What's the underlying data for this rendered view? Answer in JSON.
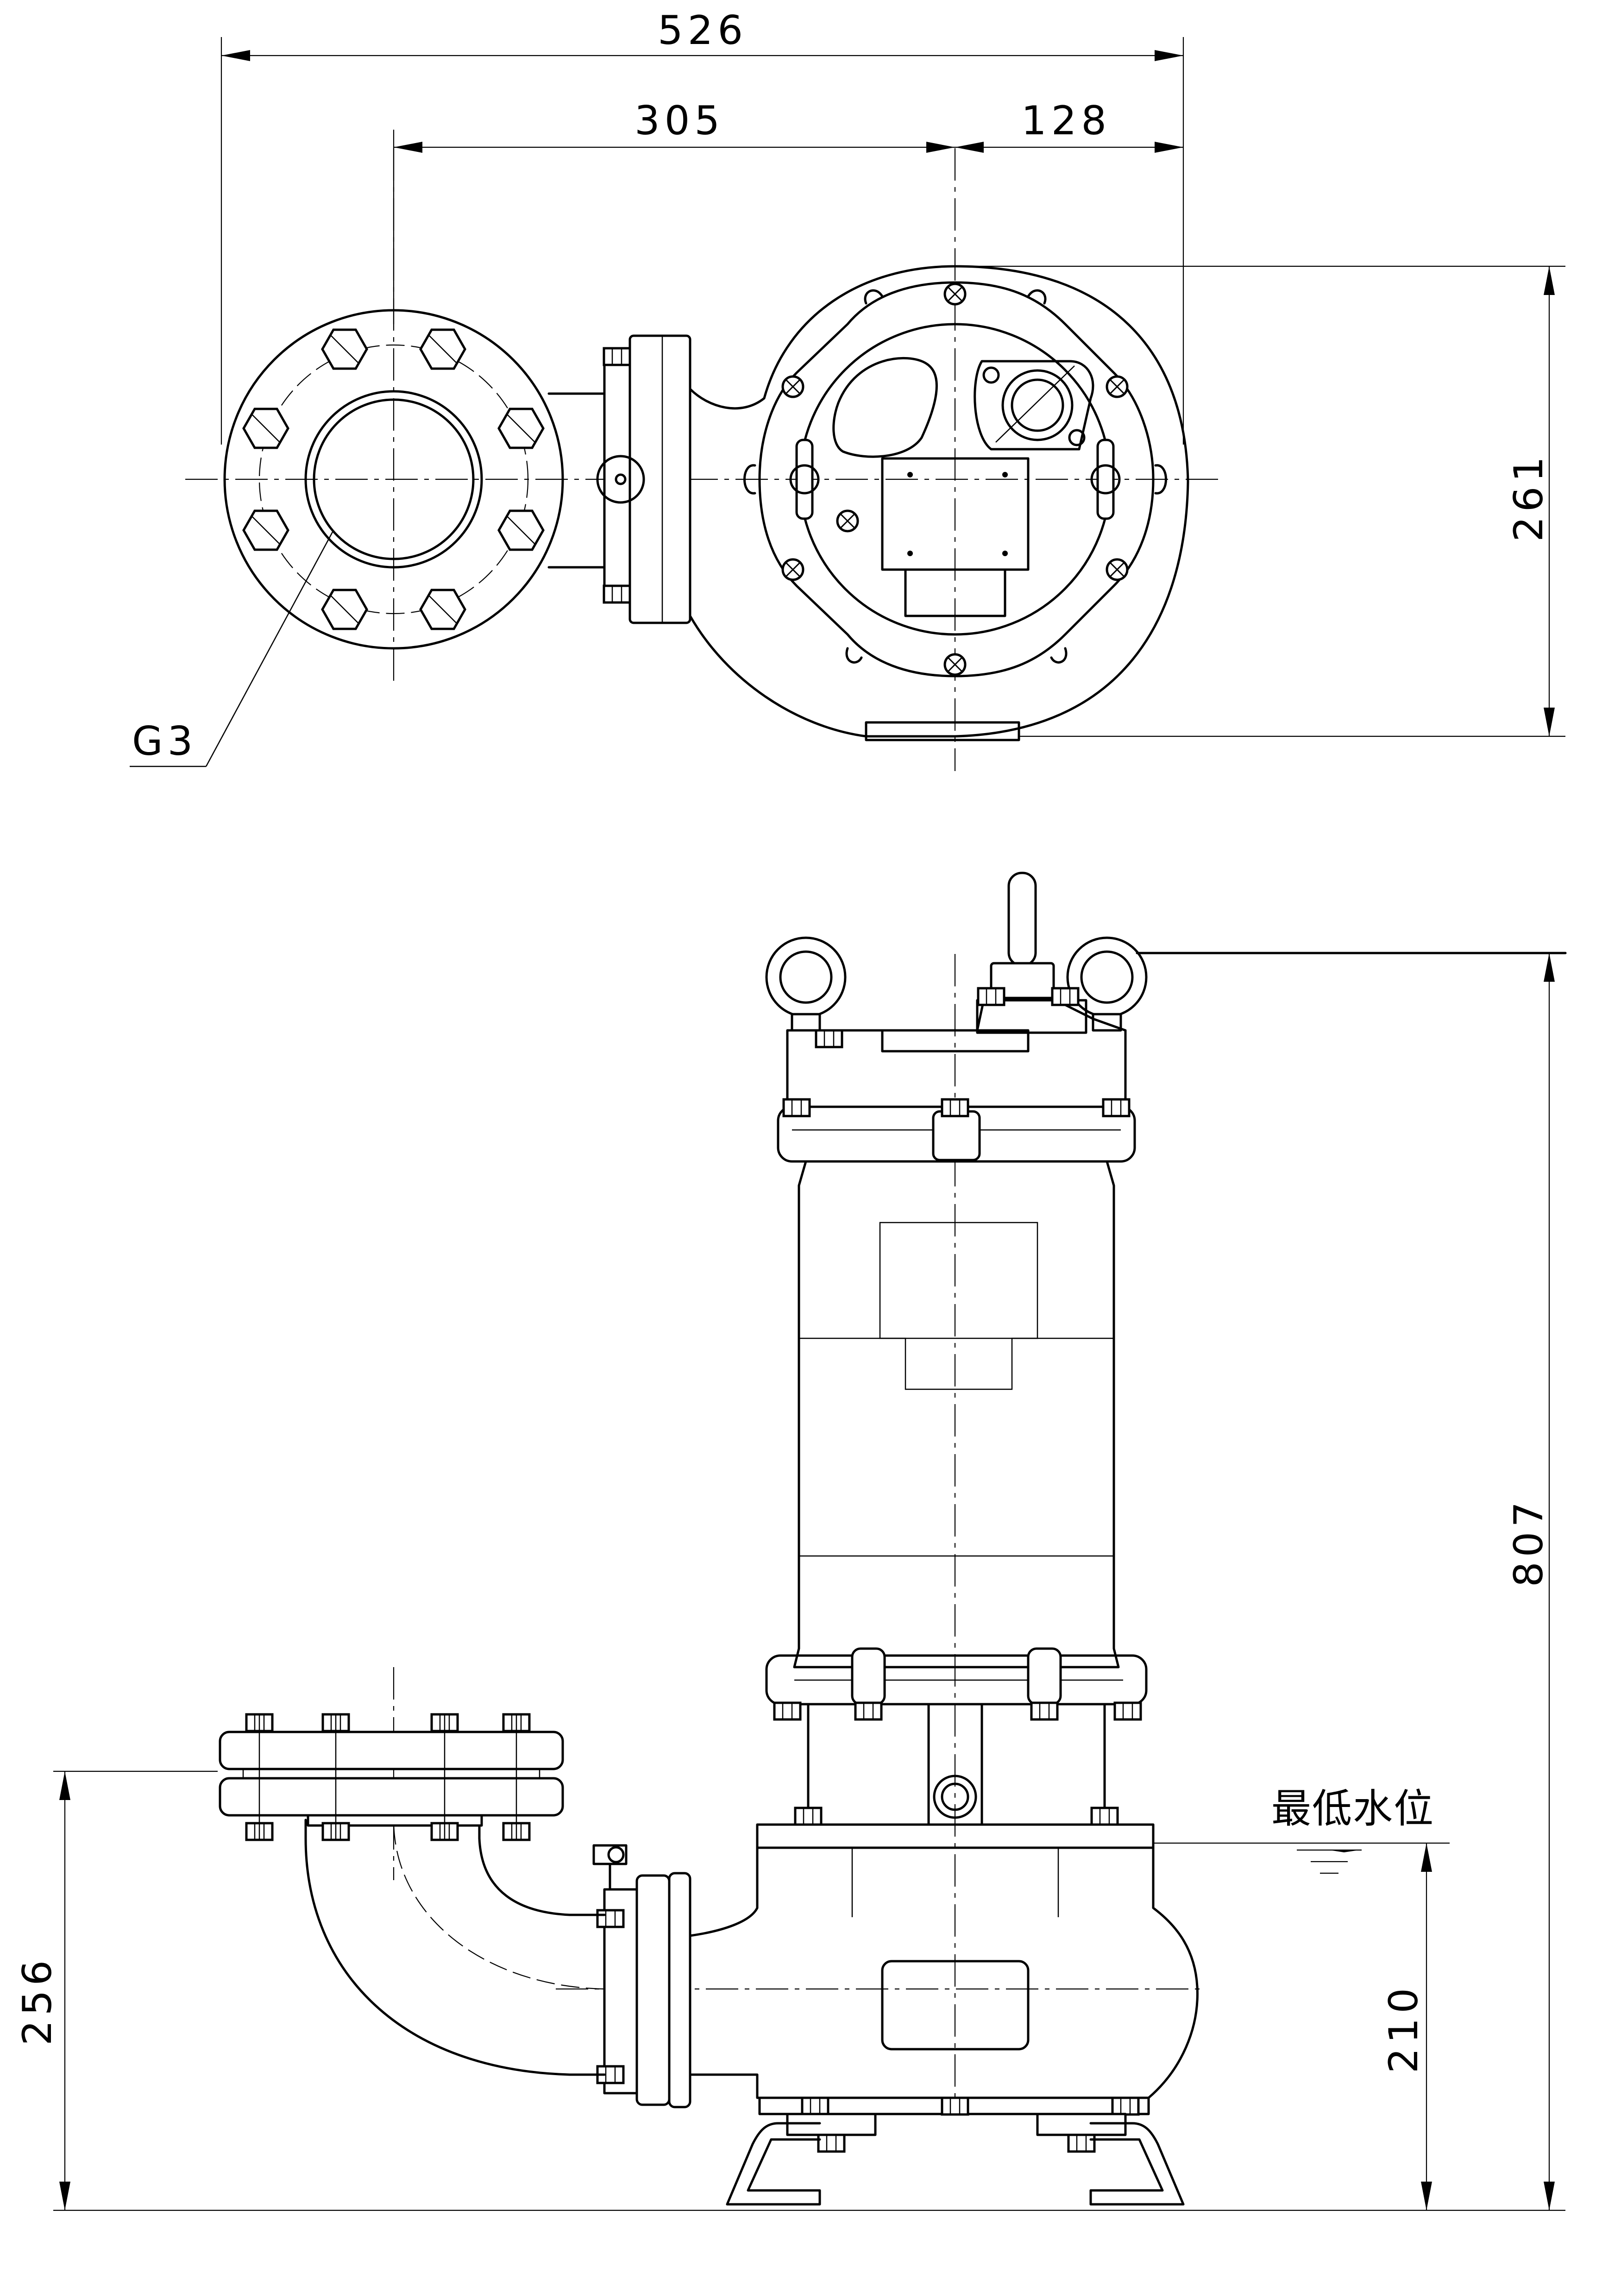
{
  "dimensions": {
    "overall_width": "526",
    "inlet_offset": "305",
    "body_offset": "128",
    "top_depth": "261",
    "overall_height": "807",
    "flange_center_height": "256",
    "min_level_height": "210"
  },
  "labels": {
    "flange_callout": "G3",
    "min_water_level": "最低水位"
  }
}
